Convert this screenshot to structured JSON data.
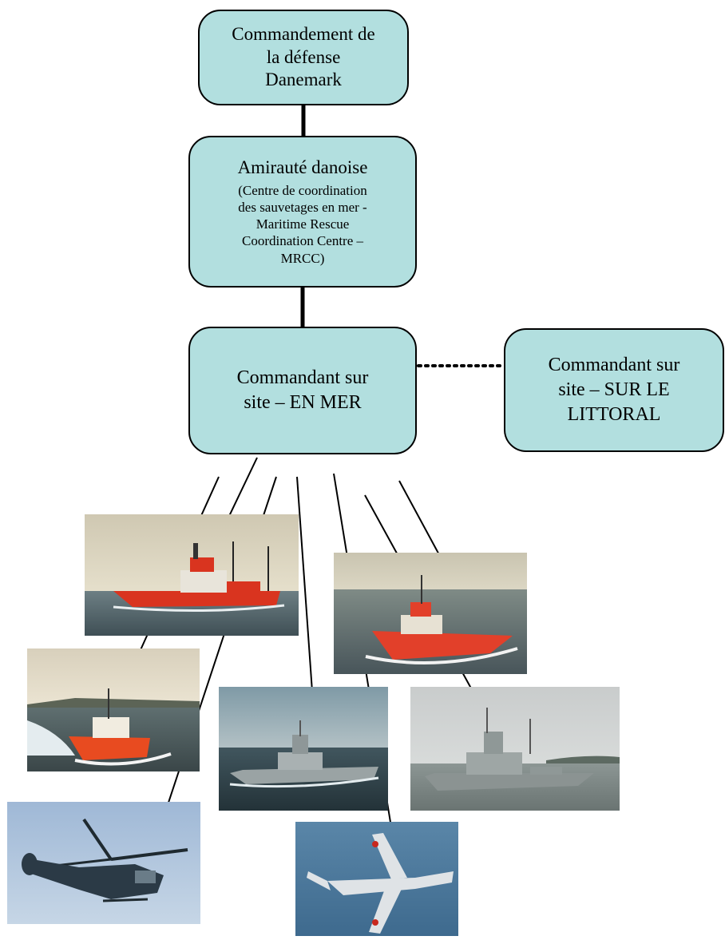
{
  "diagram": {
    "top_box": {
      "lines": [
        "Commandement de",
        "la défense",
        "Danemark"
      ]
    },
    "admiralty_box": {
      "title": "Amirauté danoise",
      "details": [
        "(Centre de coordination",
        "des sauvetages en mer -",
        "Maritime Rescue",
        "Coordination Centre –",
        "MRCC)"
      ]
    },
    "sea_box": {
      "lines": [
        "Commandant sur",
        "site – EN MER"
      ]
    },
    "coast_box": {
      "lines": [
        "Commandant sur",
        "site – SUR LE",
        "LITTORAL"
      ]
    }
  },
  "photos": [
    {
      "name": "photo-red-research-vessel",
      "subject": "red ship"
    },
    {
      "name": "photo-red-patrol-boat",
      "subject": "red boat"
    },
    {
      "name": "photo-rescue-boat",
      "subject": "orange and white boat"
    },
    {
      "name": "photo-grey-patrol-ship",
      "subject": "grey ship"
    },
    {
      "name": "photo-grey-corvette",
      "subject": "grey ship"
    },
    {
      "name": "photo-lynx-helicopter",
      "subject": "helicopter"
    },
    {
      "name": "photo-challenger-aircraft",
      "subject": "aircraft"
    }
  ]
}
